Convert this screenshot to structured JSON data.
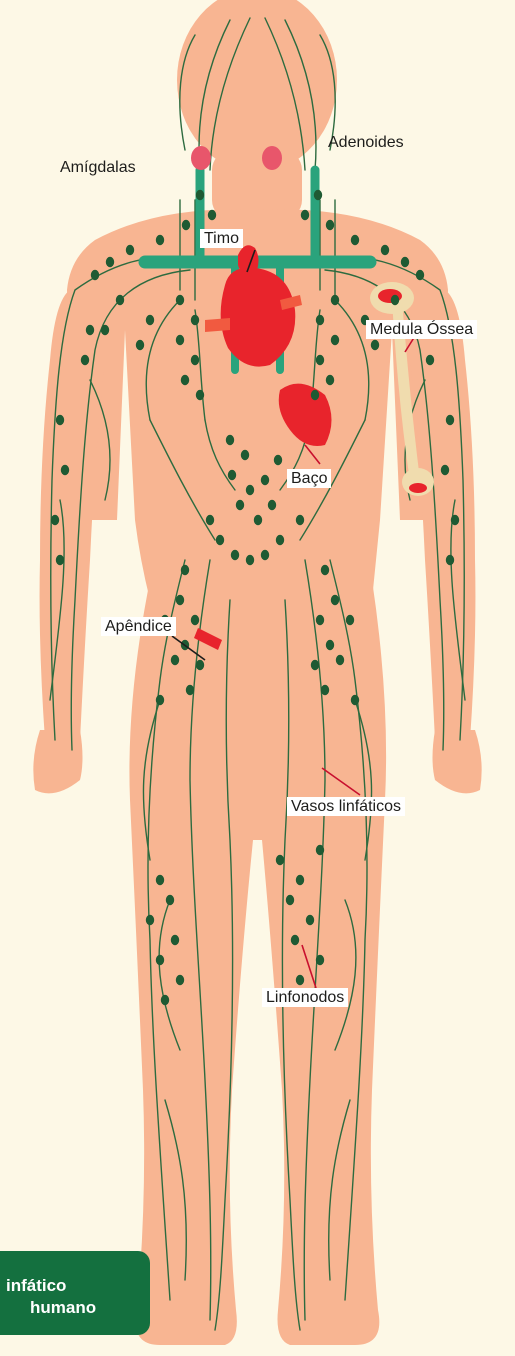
{
  "labels": {
    "amigdalas": "Amígdalas",
    "adenoides": "Adenoides",
    "timo": "Timo",
    "medula": "Medula Óssea",
    "baco": "Baço",
    "apendice": "Apêndice",
    "vasos": "Vasos linfáticos",
    "linfonodos": "Linfonodos"
  },
  "caption": {
    "line1": "infático",
    "line2": "humano"
  },
  "colors": {
    "background": "#fdf8e6",
    "skin": "#f8b592",
    "vessel": "#2d6b3f",
    "node": "#1f5a33",
    "duct": "#2aa37c",
    "organ": "#e8242c",
    "bone": "#f0dcae",
    "caption_bg": "#14703f",
    "pointer": "#c8102e"
  }
}
